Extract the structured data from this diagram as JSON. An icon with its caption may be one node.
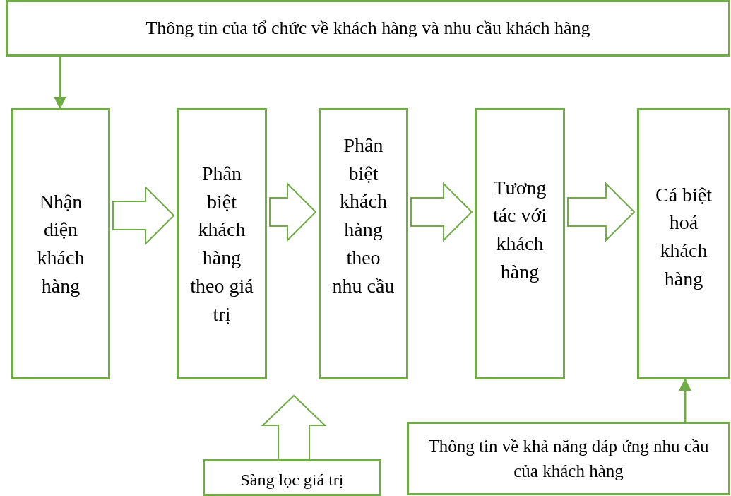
{
  "diagram": {
    "nodes": [
      {
        "text": [
          "Thông tin của tổ chức về khách hàng và nhu cầu khách hàng"
        ]
      },
      {
        "text": [
          "Nhận diện khách hàng"
        ]
      },
      {
        "text": [
          "Phân biệt khách hàng theo giá trị"
        ]
      },
      {
        "text": [
          "Phân biệt khách hàng theo nhu cầu"
        ]
      },
      {
        "text": [
          "Tương tác với khách hàng"
        ]
      },
      {
        "text": [
          "Cá biệt hoá khách hàng"
        ]
      },
      {
        "text": [
          "Sàng lọc giá trị"
        ]
      },
      {
        "text": [
          "Thông tin về khả năng đáp ứng nhu cầu của khách hàng"
        ]
      }
    ],
    "edges": [
      {
        "from": 0,
        "to": 1,
        "arrow": "to"
      },
      {
        "from": 1,
        "to": 2,
        "arrow": "to",
        "style": "thick"
      },
      {
        "from": 2,
        "to": 3,
        "arrow": "to",
        "style": "thick"
      },
      {
        "from": 3,
        "to": 4,
        "arrow": "to",
        "style": "thick"
      },
      {
        "from": 4,
        "to": 5,
        "arrow": "to",
        "style": "thick"
      },
      {
        "from": 6,
        "to": null,
        "arrow": "to",
        "style": "thick"
      },
      {
        "from": 7,
        "to": 5,
        "arrow": "to"
      }
    ]
  }
}
